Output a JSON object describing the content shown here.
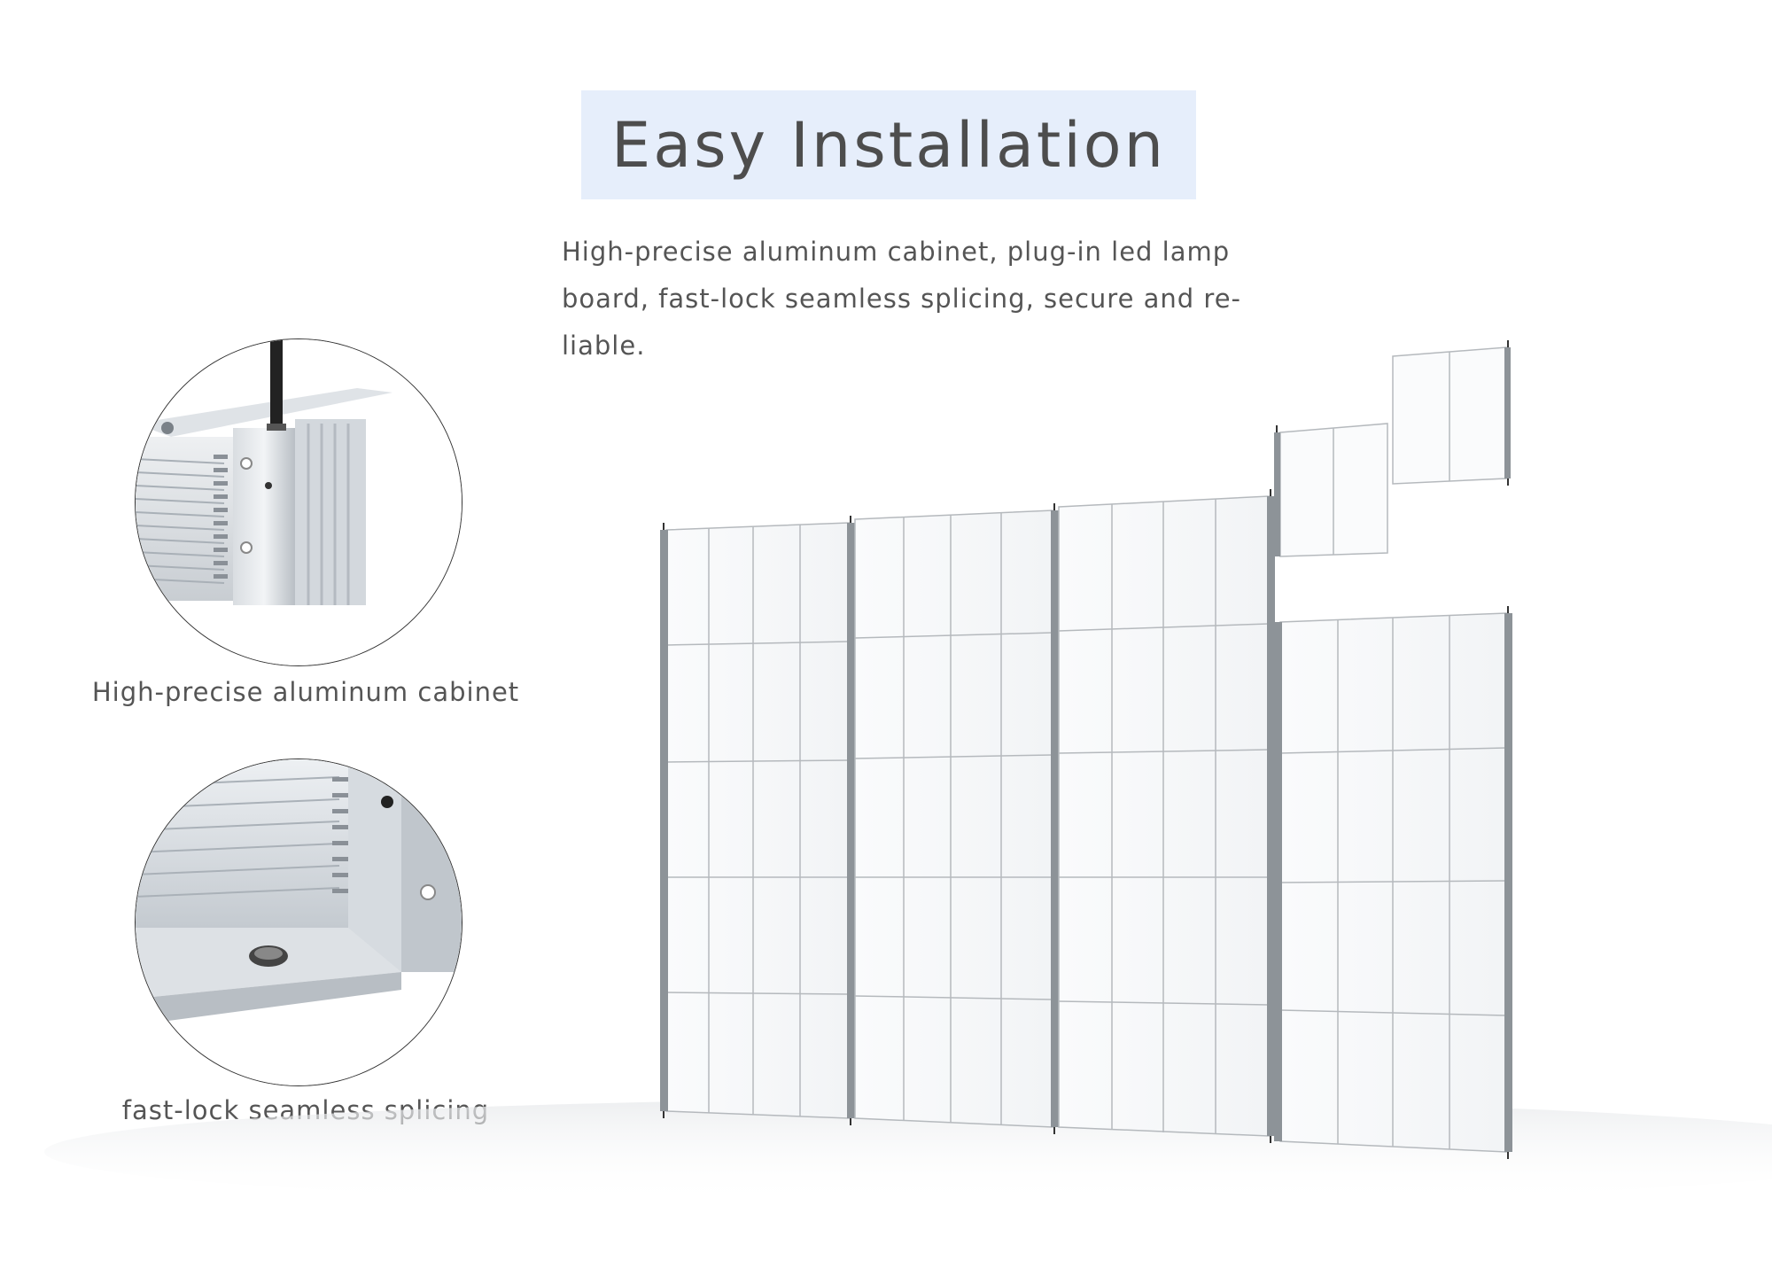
{
  "header": {
    "title": "Easy Installation",
    "description_lines": [
      "High-precise aluminum cabinet, plug-in led lamp",
      "board, fast-lock seamless splicing, secure and re-",
      "liable."
    ],
    "title_bg_color": "#e6eefb"
  },
  "details": [
    {
      "caption": "High-precise aluminum cabinet",
      "icon": "aluminum-cabinet-closeup"
    },
    {
      "caption": "fast-lock seamless splicing",
      "icon": "fast-lock-closeup"
    }
  ],
  "product": {
    "illustration": "transparent-led-screen-wall"
  }
}
